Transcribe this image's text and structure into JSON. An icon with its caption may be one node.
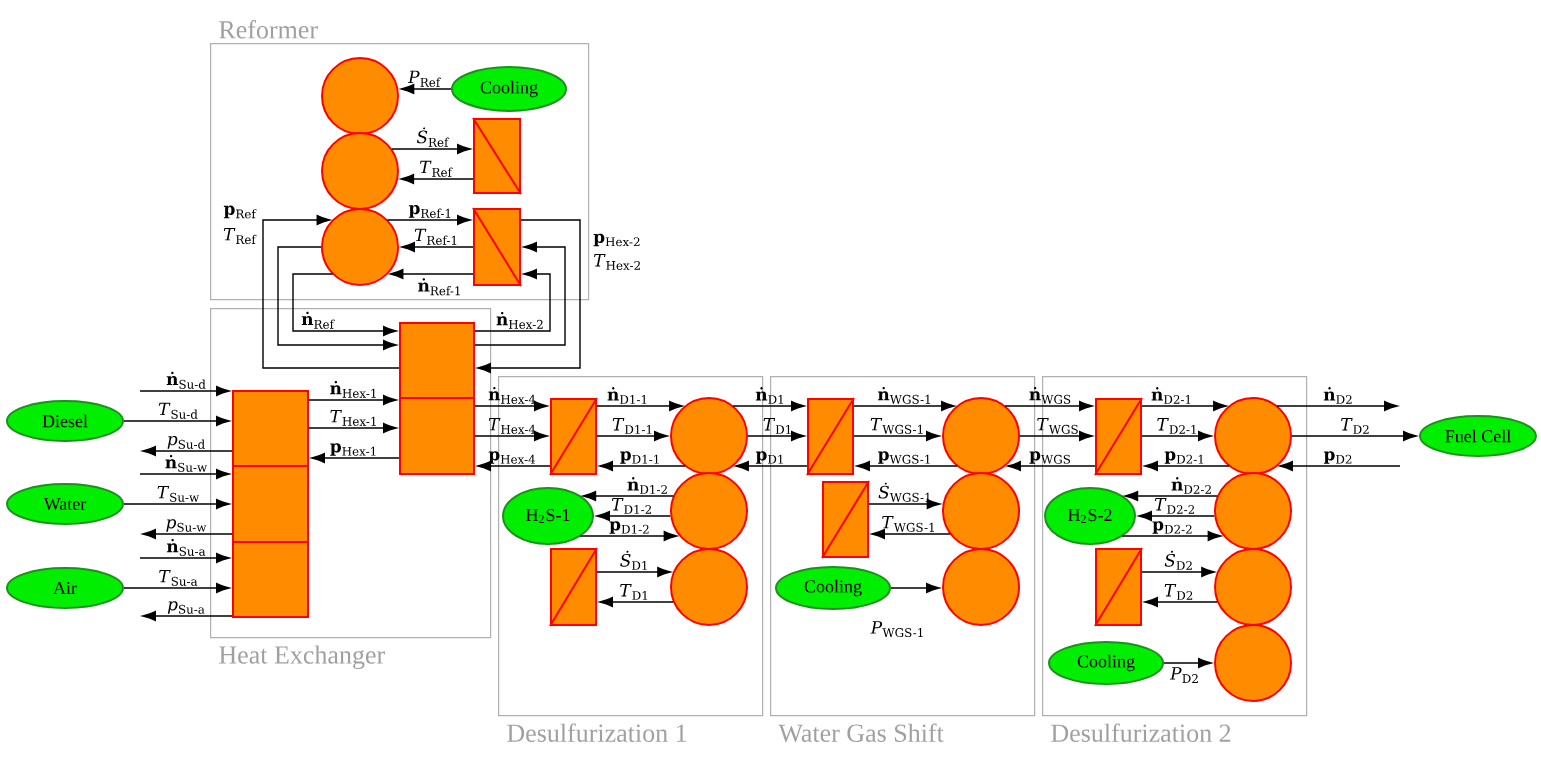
{
  "diagram": {
    "nodes": [
      {
        "text": [
          "Reformer"
        ]
      },
      {
        "text": [],
        "shape": "circle",
        "in": 0
      },
      {
        "text": [
          "Cooling"
        ],
        "in": 0
      },
      {
        "text": [],
        "shape": "circle",
        "in": 0
      },
      {
        "text": [],
        "shape": "box",
        "in": 0
      },
      {
        "text": [],
        "shape": "circle",
        "in": 0
      },
      {
        "text": [],
        "shape": "box",
        "in": 0
      },
      {
        "text": [
          "Heat Exchanger"
        ]
      },
      {
        "text": [],
        "shape": "box",
        "in": 7
      },
      {
        "text": [],
        "shape": "box",
        "in": 7
      },
      {
        "text": [],
        "shape": "box",
        "in": 7
      },
      {
        "text": [],
        "shape": "box",
        "in": 7
      },
      {
        "text": [],
        "shape": "box",
        "in": 7
      },
      {
        "text": [
          "Diesel"
        ]
      },
      {
        "text": [
          "Water"
        ]
      },
      {
        "text": [
          "Air"
        ]
      },
      {
        "text": [
          "Desulfurization 1"
        ]
      },
      {
        "text": [],
        "shape": "box",
        "in": 16
      },
      {
        "text": [],
        "shape": "circle",
        "in": 16
      },
      {
        "text": [],
        "shape": "circle",
        "in": 16
      },
      {
        "text": [
          "H$_{2}$S-1"
        ],
        "in": 16
      },
      {
        "text": [],
        "shape": "box",
        "in": 16
      },
      {
        "text": [],
        "shape": "circle",
        "in": 16
      },
      {
        "text": [
          "Water Gas Shift"
        ]
      },
      {
        "text": [],
        "shape": "box",
        "in": 23
      },
      {
        "text": [],
        "shape": "circle",
        "in": 23
      },
      {
        "text": [],
        "shape": "box",
        "in": 23
      },
      {
        "text": [],
        "shape": "circle",
        "in": 23
      },
      {
        "text": [
          "Cooling"
        ],
        "in": 23
      },
      {
        "text": [],
        "shape": "circle",
        "in": 23
      },
      {
        "text": [
          "Desulfurization 2"
        ]
      },
      {
        "text": [],
        "shape": "box",
        "in": 30
      },
      {
        "text": [],
        "shape": "circle",
        "in": 30
      },
      {
        "text": [
          "H$_{2}$S-2"
        ],
        "in": 30
      },
      {
        "text": [],
        "shape": "circle",
        "in": 30
      },
      {
        "text": [],
        "shape": "box",
        "in": 30
      },
      {
        "text": [],
        "shape": "circle",
        "in": 30
      },
      {
        "text": [
          "Cooling"
        ],
        "in": 30
      },
      {
        "text": [],
        "shape": "circle",
        "in": 30
      },
      {
        "text": [
          "Fuel Cell"
        ]
      }
    ],
    "edges": [
      {
        "from": 2,
        "to": 1,
        "arrow": "to",
        "label": "*P*$_{Ref}$"
      },
      {
        "from": 3,
        "to": 4,
        "arrow": "to",
        "label": "*Ṡ*$_{Ref}$"
      },
      {
        "from": 4,
        "to": 3,
        "arrow": "to",
        "label": "*T*$_{Ref}$"
      },
      {
        "from": 8,
        "to": 5,
        "arrow": "to",
        "label": "**p**$_{Ref}$"
      },
      {
        "from": 5,
        "to": 8,
        "arrow": "to",
        "label": "*T*$_{Ref}$"
      },
      {
        "from": 5,
        "to": 8,
        "arrow": "to",
        "label": "**ṅ**$_{Ref}$"
      },
      {
        "from": 5,
        "to": 6,
        "arrow": "to",
        "label": "**p**$_{Ref-1}$"
      },
      {
        "from": 6,
        "to": 5,
        "arrow": "to",
        "label": "*T*$_{Ref-1}$"
      },
      {
        "from": 6,
        "to": 5,
        "arrow": "to",
        "label": "**ṅ**$_{Ref-1}$"
      },
      {
        "from": 6,
        "to": 8,
        "arrow": "to",
        "label": "**p**$_{Hex-2}$"
      },
      {
        "from": 8,
        "to": 6,
        "arrow": "to",
        "label": "*T*$_{Hex-2}$"
      },
      {
        "from": 8,
        "to": 6,
        "arrow": "to",
        "label": "**ṅ**$_{Hex-2}$"
      },
      {
        "from": null,
        "to": 10,
        "arrow": "to",
        "label": "**ṅ**$_{Su-d}$"
      },
      {
        "from": 13,
        "to": 10,
        "arrow": "to",
        "label": "*T*$_{Su-d}$"
      },
      {
        "from": 10,
        "to": null,
        "arrow": "to",
        "label": "*p*$_{Su-d}$"
      },
      {
        "from": null,
        "to": 11,
        "arrow": "to",
        "label": "**ṅ**$_{Su-w}$"
      },
      {
        "from": 14,
        "to": 11,
        "arrow": "to",
        "label": "*T*$_{Su-w}$"
      },
      {
        "from": 11,
        "to": null,
        "arrow": "to",
        "label": "*p*$_{Su-w}$"
      },
      {
        "from": null,
        "to": 12,
        "arrow": "to",
        "label": "**ṅ**$_{Su-a}$"
      },
      {
        "from": 15,
        "to": 12,
        "arrow": "to",
        "label": "*T*$_{Su-a}$"
      },
      {
        "from": 12,
        "to": null,
        "arrow": "to",
        "label": "*p*$_{Su-a}$"
      },
      {
        "from": 10,
        "to": 9,
        "arrow": "to",
        "label": "**ṅ**$_{Hex-1}$"
      },
      {
        "from": 10,
        "to": 9,
        "arrow": "to",
        "label": "*T*$_{Hex-1}$"
      },
      {
        "from": 9,
        "to": 10,
        "arrow": "to",
        "label": "**p**$_{Hex-1}$"
      },
      {
        "from": 9,
        "to": 17,
        "arrow": "to",
        "label": "**ṅ**$_{Hex-4}$"
      },
      {
        "from": 9,
        "to": 17,
        "arrow": "to",
        "label": "*T*$_{Hex-4}$"
      },
      {
        "from": 17,
        "to": 9,
        "arrow": "to",
        "label": "**p**$_{Hex-4}$"
      },
      {
        "from": 17,
        "to": 18,
        "arrow": "to",
        "label": "**ṅ**$_{D1-1}$"
      },
      {
        "from": 17,
        "to": 18,
        "arrow": "to",
        "label": "*T*$_{D1-1}$"
      },
      {
        "from": 18,
        "to": 17,
        "arrow": "to",
        "label": "**p**$_{D1-1}$"
      },
      {
        "from": 19,
        "to": 20,
        "arrow": "to",
        "label": "**ṅ**$_{D1-2}$"
      },
      {
        "from": 19,
        "to": 20,
        "arrow": "to",
        "label": "*T*$_{D1-2}$"
      },
      {
        "from": 20,
        "to": 19,
        "arrow": "to",
        "label": "**p**$_{D1-2}$"
      },
      {
        "from": 21,
        "to": 22,
        "arrow": "to",
        "label": "*Ṡ*$_{D1}$"
      },
      {
        "from": 22,
        "to": 21,
        "arrow": "to",
        "label": "*T*$_{D1}$"
      },
      {
        "from": 18,
        "to": 24,
        "arrow": "to",
        "label": "**ṅ**$_{D1}$"
      },
      {
        "from": 18,
        "to": 24,
        "arrow": "to",
        "label": "*T*$_{D1}$"
      },
      {
        "from": 24,
        "to": 18,
        "arrow": "to",
        "label": "**p**$_{D1}$"
      },
      {
        "from": 24,
        "to": 25,
        "arrow": "to",
        "label": "**ṅ**$_{WGS-1}$"
      },
      {
        "from": 24,
        "to": 25,
        "arrow": "to",
        "label": "*T*$_{WGS-1}$"
      },
      {
        "from": 25,
        "to": 24,
        "arrow": "to",
        "label": "**p**$_{WGS-1}$"
      },
      {
        "from": 26,
        "to": 27,
        "arrow": "to",
        "label": "*Ṡ*$_{WGS-1}$"
      },
      {
        "from": 27,
        "to": 26,
        "arrow": "to",
        "label": "*T*$_{WGS-1}$"
      },
      {
        "from": 28,
        "to": 29,
        "arrow": "to",
        "label": "*P*$_{WGS-1}$"
      },
      {
        "from": 25,
        "to": 31,
        "arrow": "to",
        "label": "**ṅ**$_{WGS}$"
      },
      {
        "from": 25,
        "to": 31,
        "arrow": "to",
        "label": "*T*$_{WGS}$"
      },
      {
        "from": 31,
        "to": 25,
        "arrow": "to",
        "label": "**p**$_{WGS}$"
      },
      {
        "from": 31,
        "to": 32,
        "arrow": "to",
        "label": "**ṅ**$_{D2-1}$"
      },
      {
        "from": 31,
        "to": 32,
        "arrow": "to",
        "label": "*T*$_{D2-1}$"
      },
      {
        "from": 32,
        "to": 31,
        "arrow": "to",
        "label": "**p**$_{D2-1}$"
      },
      {
        "from": 34,
        "to": 33,
        "arrow": "to",
        "label": "**ṅ**$_{D2-2}$"
      },
      {
        "from": 34,
        "to": 33,
        "arrow": "to",
        "label": "*T*$_{D2-2}$"
      },
      {
        "from": 33,
        "to": 34,
        "arrow": "to",
        "label": "**p**$_{D2-2}$"
      },
      {
        "from": 35,
        "to": 36,
        "arrow": "to",
        "label": "*Ṡ*$_{D2}$"
      },
      {
        "from": 36,
        "to": 35,
        "arrow": "to",
        "label": "*T*$_{D2}$"
      },
      {
        "from": 37,
        "to": 38,
        "arrow": "to",
        "label": "*P*$_{D2}$"
      },
      {
        "from": 32,
        "to": null,
        "arrow": "to",
        "label": "**ṅ**$_{D2}$"
      },
      {
        "from": 32,
        "to": 39,
        "arrow": "to",
        "label": "*T*$_{D2}$"
      },
      {
        "from": null,
        "to": 32,
        "arrow": "to",
        "label": "**p**$_{D2}$"
      }
    ]
  }
}
